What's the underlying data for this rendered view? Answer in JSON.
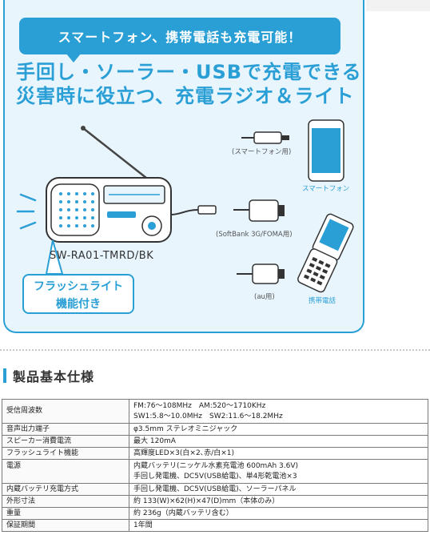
{
  "hero": {
    "bubble_text": "スマートフォン、携帯電話も充電可能！",
    "headline_1": "手回し・ソーラー・USBで充電できる",
    "headline_2": "災害時に役立つ、充電ラジオ＆ライト",
    "cap_smartphone_cable": "(スマートフォン用)",
    "cap_smartphone": "スマートフォン",
    "cap_softbank": "(SoftBank 3G/FOMA用)",
    "cap_au": "(au用)",
    "cap_mobile": "携帯電話",
    "model": "SW-RA01-TMRD/BK",
    "flash_1": "フラッシュライト",
    "flash_2": "機能付き"
  },
  "section": {
    "title": "製品基本仕様"
  },
  "specs": [
    {
      "label": "受信周波数",
      "lines": [
        "FM:76〜108MHz　AM:520〜1710KHz",
        "SW1:5.8〜10.0MHz　SW2:11.6〜18.2MHz"
      ]
    },
    {
      "label": "音声出力端子",
      "lines": [
        "φ3.5mm ステレオミニジャック"
      ]
    },
    {
      "label": "スピーカー消費電流",
      "lines": [
        "最大 120mA"
      ]
    },
    {
      "label": "フラッシュライト機能",
      "lines": [
        "高輝度LED×3(白×2､赤/白×1)"
      ]
    },
    {
      "label": "電源",
      "lines": [
        "内蔵バッテリ(ニッケル水素充電池 600mAh 3.6V)",
        "手回し発電機、DC5V(USB給電)、単4形乾電池×3"
      ]
    },
    {
      "label": "内蔵バッテリ充電方式",
      "lines": [
        "手回し発電機、DC5V(USB給電)、ソーラーパネル"
      ]
    },
    {
      "label": "外形寸法",
      "lines": [
        "約 133(W)×62(H)×47(D)mm（本体のみ）"
      ]
    },
    {
      "label": "重量",
      "lines": [
        "約 236g（内蔵バッテリ含む）"
      ]
    },
    {
      "label": "保証期間",
      "lines": [
        "1年間"
      ]
    }
  ]
}
